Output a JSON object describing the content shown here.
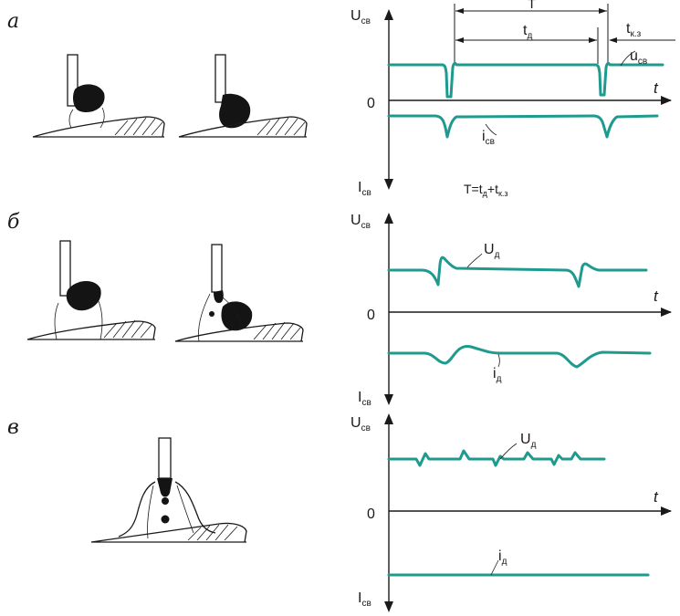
{
  "colors": {
    "wave": "#1f9a8e",
    "ink": "#1a1a1a"
  },
  "rows": {
    "a": {
      "letter": "а",
      "axes": {
        "u_label": "U",
        "u_sub": "св",
        "i_label": "I",
        "i_sub": "св",
        "zero": "0",
        "t": "t"
      },
      "dims": {
        "T": "T",
        "td": "t",
        "td_sub": "д",
        "tkz": "t",
        "tkz_sub": "к.з"
      },
      "curve_labels": {
        "u": "u",
        "u_sub": "св",
        "i": "i",
        "i_sub": "св"
      },
      "formula": {
        "lhs": "T=t",
        "s1": "д",
        "mid": "+t",
        "s2": "к.з"
      }
    },
    "b": {
      "letter": "б",
      "axes": {
        "u_label": "U",
        "u_sub": "св",
        "i_label": "I",
        "i_sub": "св",
        "zero": "0",
        "t": "t"
      },
      "curve_labels": {
        "u": "U",
        "u_sub": "д",
        "i": "i",
        "i_sub": "д"
      }
    },
    "c": {
      "letter": "в",
      "axes": {
        "u_label": "U",
        "u_sub": "св",
        "i_label": "I",
        "i_sub": "св",
        "zero": "0",
        "t": "t"
      },
      "curve_labels": {
        "u": "U",
        "u_sub": "д",
        "i": "i",
        "i_sub": "д"
      }
    }
  }
}
